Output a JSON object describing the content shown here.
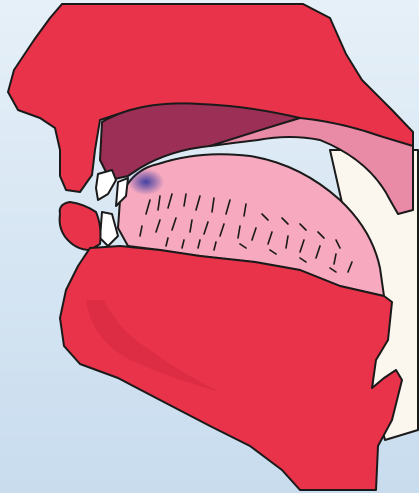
{
  "colors": {
    "background_top": "#e6f0f8",
    "background_bottom": "#c8dcee",
    "flesh": "#e8334a",
    "flesh_shadow": "#c8223a",
    "palate": "#9c2f55",
    "tongue": "#f6a9bf",
    "tongue_back": "#e98aa6",
    "oral_cavity": "#fbf6ee",
    "teeth": "#ffffff",
    "contact_point": "#3a3aa0",
    "outline": "#1a1a1a"
  },
  "parts": [
    "upper-lip-and-nose",
    "hard-palate",
    "soft-palate",
    "upper-teeth",
    "lower-teeth",
    "lower-lip",
    "tongue",
    "jaw-and-throat"
  ]
}
